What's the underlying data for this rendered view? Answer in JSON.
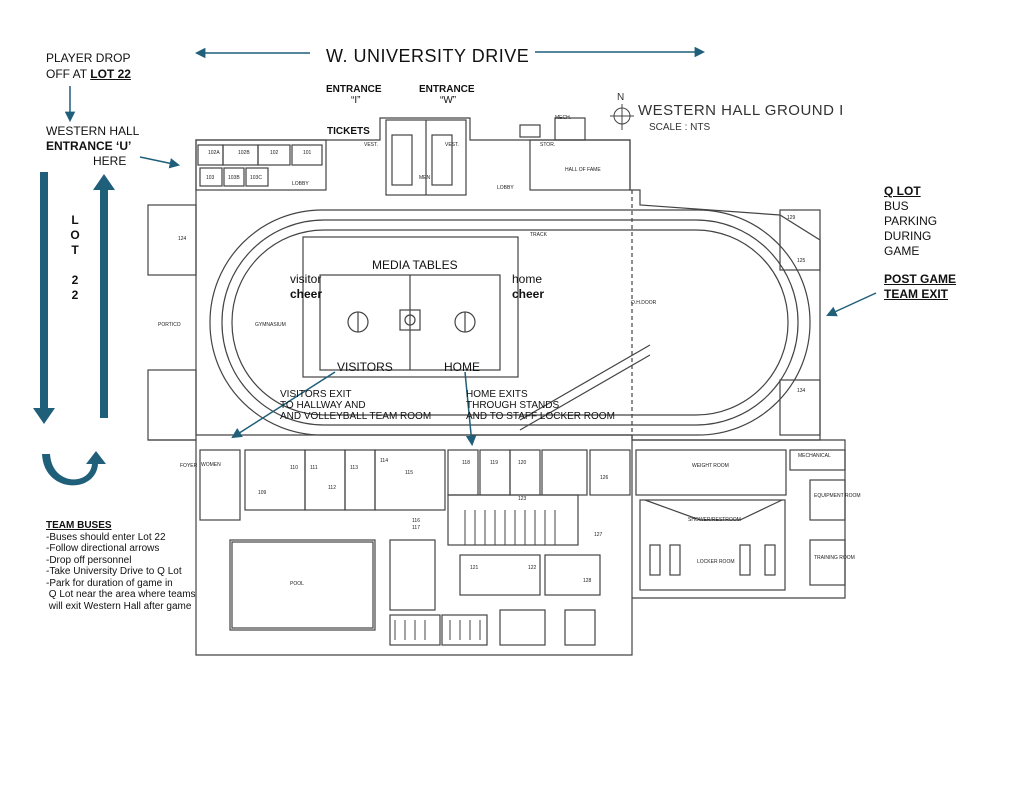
{
  "map": {
    "street_name": "W. UNIVERSITY DRIVE",
    "title": "WESTERN HALL GROUND I",
    "scale": "SCALE : NTS",
    "north_letter": "N",
    "colors": {
      "arrow": "#1f5f7a",
      "plan_line": "#444444",
      "ink": "#111111"
    }
  },
  "player_drop": {
    "line1": "PLAYER DROP",
    "line2_prefix": "OFF AT ",
    "line2_lot": "LOT 22"
  },
  "entrance_u": {
    "line1": "WESTERN HALL",
    "line2": "ENTRANCE ‘U’",
    "line3": "HERE"
  },
  "entrances": [
    {
      "title": "ENTRANCE",
      "letter": "“I”"
    },
    {
      "title": "ENTRANCE",
      "letter": "“W”"
    }
  ],
  "tickets": "TICKETS",
  "lot22_letters": [
    "L",
    "O",
    "T",
    "",
    "2",
    "2"
  ],
  "q_lot": {
    "title": "Q LOT",
    "lines": [
      "BUS",
      "PARKING",
      "DURING",
      "GAME"
    ]
  },
  "post_game": {
    "line1": "POST GAME",
    "line2": "TEAM EXIT"
  },
  "court": {
    "media": "MEDIA TABLES",
    "visitor": "visitor",
    "visitor_cheer": "cheer",
    "home": "home",
    "home_cheer": "cheer",
    "visitors": "VISITORS",
    "home_caps": "HOME"
  },
  "visitors_exit": [
    "VISITORS EXIT",
    "TO HALLWAY AND",
    "AND VOLLEYBALL TEAM ROOM"
  ],
  "home_exits": [
    "HOME EXITS",
    "THROUGH STANDS",
    "AND TO STAFF LOCKER ROOM"
  ],
  "team_buses": {
    "title": "TEAM BUSES",
    "lines": [
      "-Buses should enter Lot 22",
      "-Follow directional arrows",
      "-Drop off personnel",
      "-Take University Drive to Q Lot",
      "-Park for duration of game in",
      " Q Lot near the area where teams",
      " will exit Western Hall after game"
    ]
  },
  "plan_labels": {
    "lobby_left": "LOBBY",
    "lobby_right": "LOBBY",
    "hall_of_fame": "HALL OF FAME",
    "portico": "PORTICO",
    "gymnasium": "GYMNASIUM",
    "track": "TRACK",
    "weight_room": "WEIGHT ROOM",
    "locker_room": "LOCKER ROOM",
    "shower": "SHOWER/RESTROOM",
    "pool": "POOL",
    "mechanical": "MECHANICAL",
    "equipment": "EQUIPMENT ROOM",
    "training": "TRAINING ROOM",
    "women": "WOMEN",
    "men": "MEN",
    "foyer": "FOYER",
    "mech": "MECH.",
    "storage": "STOR.",
    "vest_l": "VEST.",
    "vest_r": "VEST.",
    "oh_door": "O.H.DOOR",
    "rooms": [
      "102A",
      "102B",
      "102",
      "101",
      "103",
      "103B",
      "103C",
      "124",
      "125",
      "129",
      "134",
      "128",
      "116",
      "117",
      "118",
      "119",
      "120",
      "121",
      "122",
      "123",
      "126",
      "127",
      "112",
      "113",
      "114",
      "115",
      "109",
      "110",
      "111"
    ]
  }
}
